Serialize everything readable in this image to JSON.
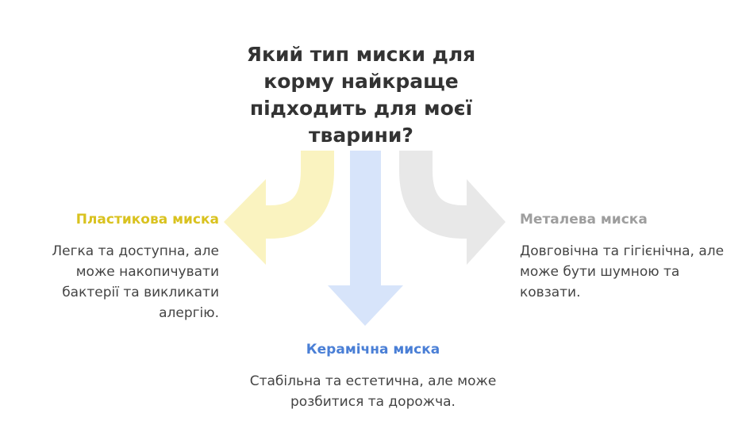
{
  "question": "Який тип миски для корму найкраще підходить для моєї тварини?",
  "options": [
    {
      "title": "Пластикова миска",
      "description": "Легка та доступна, але може накопичувати бактерії та викликати алергію.",
      "color": "#D9C21F",
      "arrow_color": "#FAF3C0"
    },
    {
      "title": "Керамічна миска",
      "description": "Стабільна та естетична, але може розбитися та дорожча.",
      "color": "#4A7FD6",
      "arrow_color": "#D7E4FA"
    },
    {
      "title": "Металева миска",
      "description": "Довговічна та гігієнічна, але може бути шумною та ковзати.",
      "color": "#9E9E9E",
      "arrow_color": "#E8E8E8"
    }
  ]
}
